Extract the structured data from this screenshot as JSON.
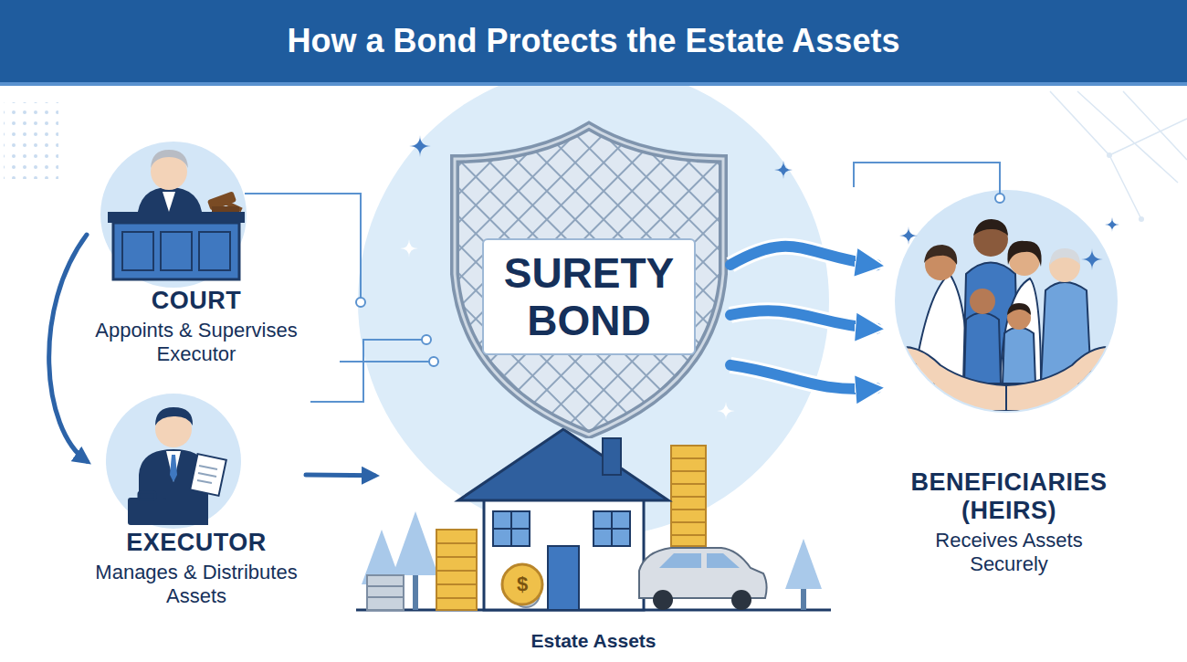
{
  "diagram": {
    "title": "How a Bond Protects the Estate Assets",
    "nodes": [
      {
        "text": [
          "COURT",
          "Appoints & Supervises Executor"
        ]
      },
      {
        "text": [
          "EXECUTOR",
          "Manages & Distributes Assets"
        ]
      },
      {
        "text": [
          "SURETY BOND"
        ]
      },
      {
        "text": [
          "Estate Assets"
        ]
      },
      {
        "text": [
          "BENEFICIARIES (HEIRS)",
          "Receives Assets Securely"
        ]
      }
    ],
    "edges": [
      {
        "from": 0,
        "to": 1,
        "arrow": "to"
      },
      {
        "from": 1,
        "to": 3,
        "arrow": "to"
      },
      {
        "from": 2,
        "to": 4,
        "arrow": "to"
      },
      {
        "from": 2,
        "to": 4,
        "arrow": "to"
      },
      {
        "from": 2,
        "to": 4,
        "arrow": "to"
      }
    ],
    "labels": [
      "$"
    ]
  }
}
